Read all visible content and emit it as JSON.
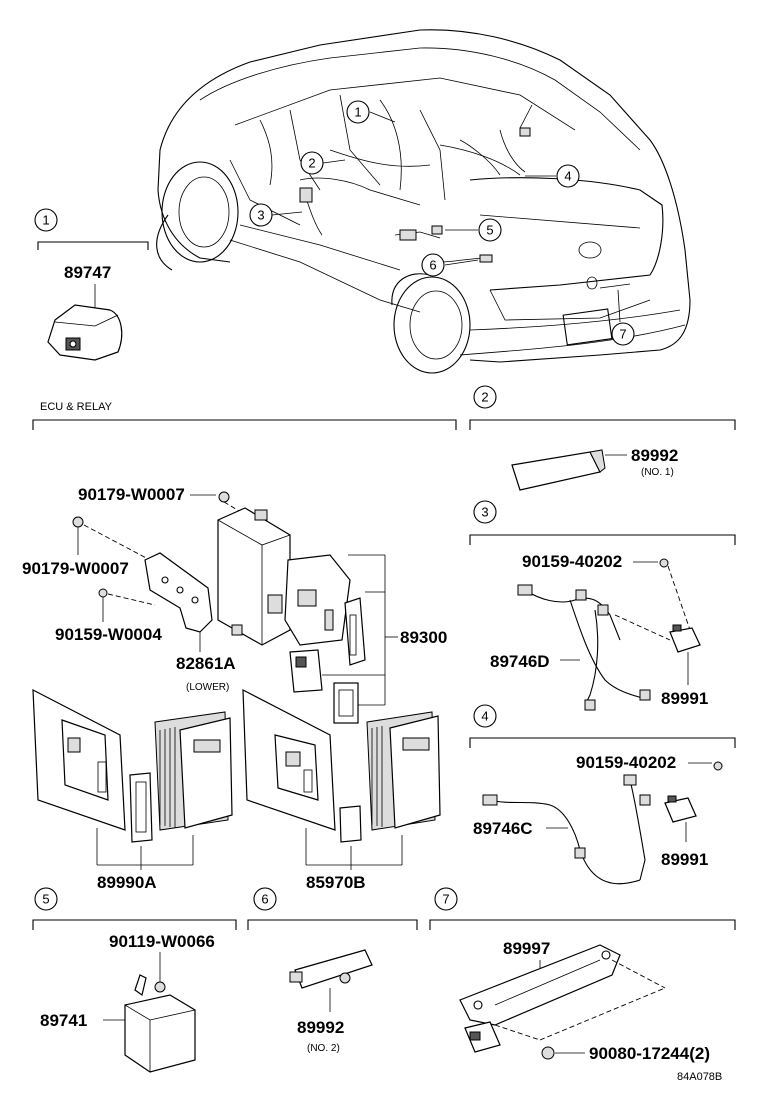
{
  "callouts": [
    "1",
    "2",
    "3",
    "4",
    "5",
    "6",
    "7"
  ],
  "sections": {
    "ecu_relay": "ECU & RELAY"
  },
  "parts": {
    "p89747": "89747",
    "p89992_no1": "89992",
    "note_no1": "(NO. 1)",
    "p90179_a": "90179-W0007",
    "p90179_b": "90179-W0007",
    "p90159_w": "90159-W0004",
    "p82861a": "82861A",
    "note_lower": "(LOWER)",
    "p89300": "89300",
    "p89990a": "89990A",
    "p85970b": "85970B",
    "p90159_a": "90159-40202",
    "p89746d": "89746D",
    "p89991_a": "89991",
    "p90159_b": "90159-40202",
    "p89746c": "89746C",
    "p89991_b": "89991",
    "p90119": "90119-W0066",
    "p89741": "89741",
    "p89992_no2": "89992",
    "note_no2": "(NO. 2)",
    "p89997": "89997",
    "p90080": "90080-17244(2)"
  },
  "figure_code": "84A078B"
}
